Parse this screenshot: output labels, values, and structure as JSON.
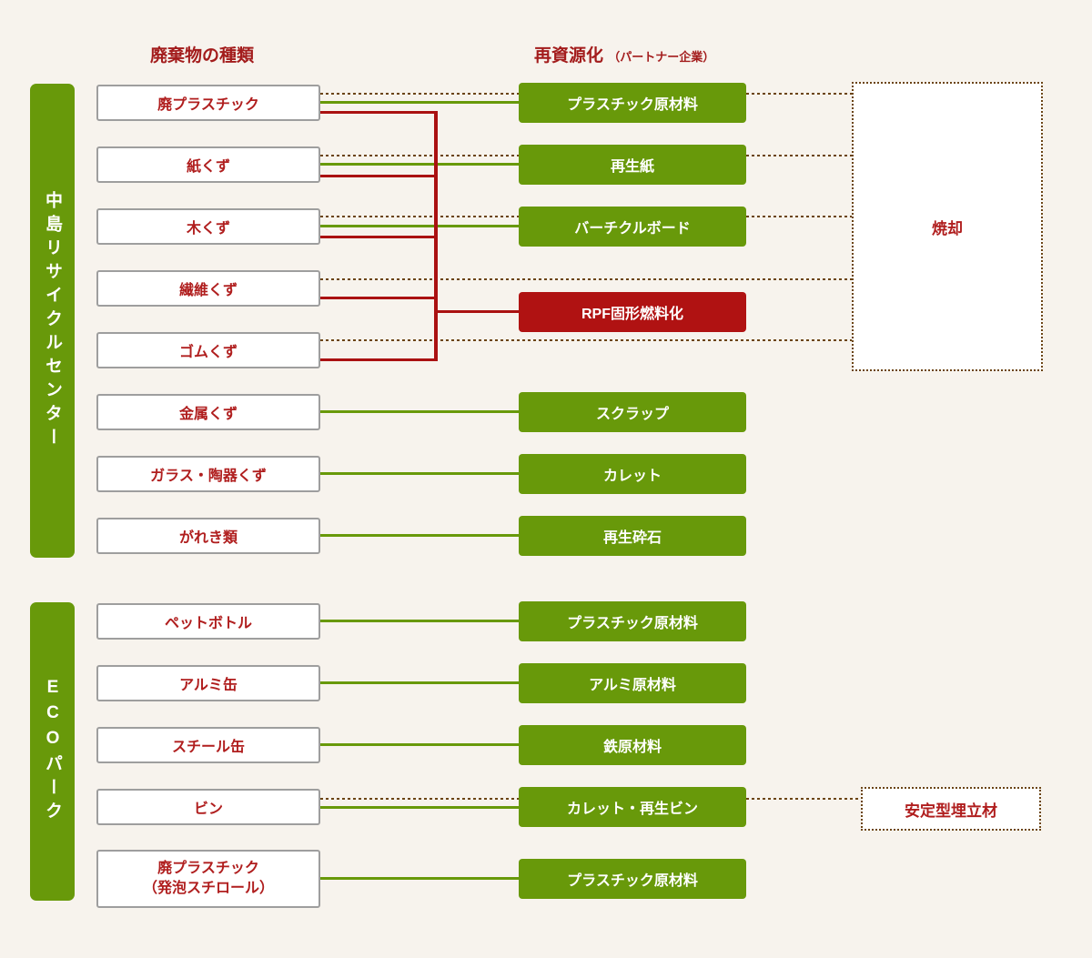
{
  "headers": {
    "waste_types": "廃棄物の種類",
    "recycling": "再資源化",
    "recycling_note": "（パートナー企業）"
  },
  "colors": {
    "background": "#f7f3ed",
    "green": "#68990a",
    "rpf_red": "#b01212",
    "line_red": "#aa1111",
    "text_red": "#b01e1e",
    "dotted_brown": "#6b4413",
    "waste_box_border": "#9e9e9e"
  },
  "recycle_center": {
    "sidebar_label": "中島リサイクルセンター",
    "waste": [
      "廃プラスチック",
      "紙くず",
      "木くず",
      "繊維くず",
      "ゴムくず",
      "金属くず",
      "ガラス・陶器くず",
      "がれき類"
    ],
    "outputs": [
      "プラスチック原材料",
      "再生紙",
      "バーチクルボード",
      "RPF固形燃料化",
      "スクラップ",
      "カレット",
      "再生砕石"
    ]
  },
  "eco_park": {
    "sidebar_latin": "ECO",
    "sidebar_kana": "パーク",
    "waste": [
      "ペットボトル",
      "アルミ缶",
      "スチール缶",
      "ビン"
    ],
    "waste_multiline": {
      "line1": "廃プラスチック",
      "line2": "（発泡スチロール）"
    },
    "outputs": [
      "プラスチック原材料",
      "アルミ原材料",
      "鉄原材料",
      "カレット・再生ビン",
      "プラスチック原材料"
    ]
  },
  "terminals": {
    "incineration": "焼却",
    "landfill": "安定型埋立材"
  },
  "connections": [
    {
      "from": "廃プラスチック",
      "to": "プラスチック原材料",
      "type": "recycle"
    },
    {
      "from": "廃プラスチック",
      "to": "RPF固形燃料化",
      "type": "rpf"
    },
    {
      "from": "廃プラスチック",
      "to": "焼却",
      "type": "incinerate"
    },
    {
      "from": "紙くず",
      "to": "再生紙",
      "type": "recycle"
    },
    {
      "from": "紙くず",
      "to": "RPF固形燃料化",
      "type": "rpf"
    },
    {
      "from": "紙くず",
      "to": "焼却",
      "type": "incinerate"
    },
    {
      "from": "木くず",
      "to": "バーチクルボード",
      "type": "recycle"
    },
    {
      "from": "木くず",
      "to": "RPF固形燃料化",
      "type": "rpf"
    },
    {
      "from": "木くず",
      "to": "焼却",
      "type": "incinerate"
    },
    {
      "from": "繊維くず",
      "to": "RPF固形燃料化",
      "type": "rpf"
    },
    {
      "from": "繊維くず",
      "to": "焼却",
      "type": "incinerate"
    },
    {
      "from": "ゴムくず",
      "to": "RPF固形燃料化",
      "type": "rpf"
    },
    {
      "from": "ゴムくず",
      "to": "焼却",
      "type": "incinerate"
    },
    {
      "from": "金属くず",
      "to": "スクラップ",
      "type": "recycle"
    },
    {
      "from": "ガラス・陶器くず",
      "to": "カレット",
      "type": "recycle"
    },
    {
      "from": "がれき類",
      "to": "再生砕石",
      "type": "recycle"
    },
    {
      "from": "ペットボトル",
      "to": "プラスチック原材料",
      "type": "recycle"
    },
    {
      "from": "アルミ缶",
      "to": "アルミ原材料",
      "type": "recycle"
    },
    {
      "from": "スチール缶",
      "to": "鉄原材料",
      "type": "recycle"
    },
    {
      "from": "ビン",
      "to": "カレット・再生ビン",
      "type": "recycle"
    },
    {
      "from": "ビン",
      "to": "安定型埋立材",
      "type": "landfill"
    },
    {
      "from": "廃プラスチック（発泡スチロール）",
      "to": "プラスチック原材料",
      "type": "recycle"
    }
  ]
}
